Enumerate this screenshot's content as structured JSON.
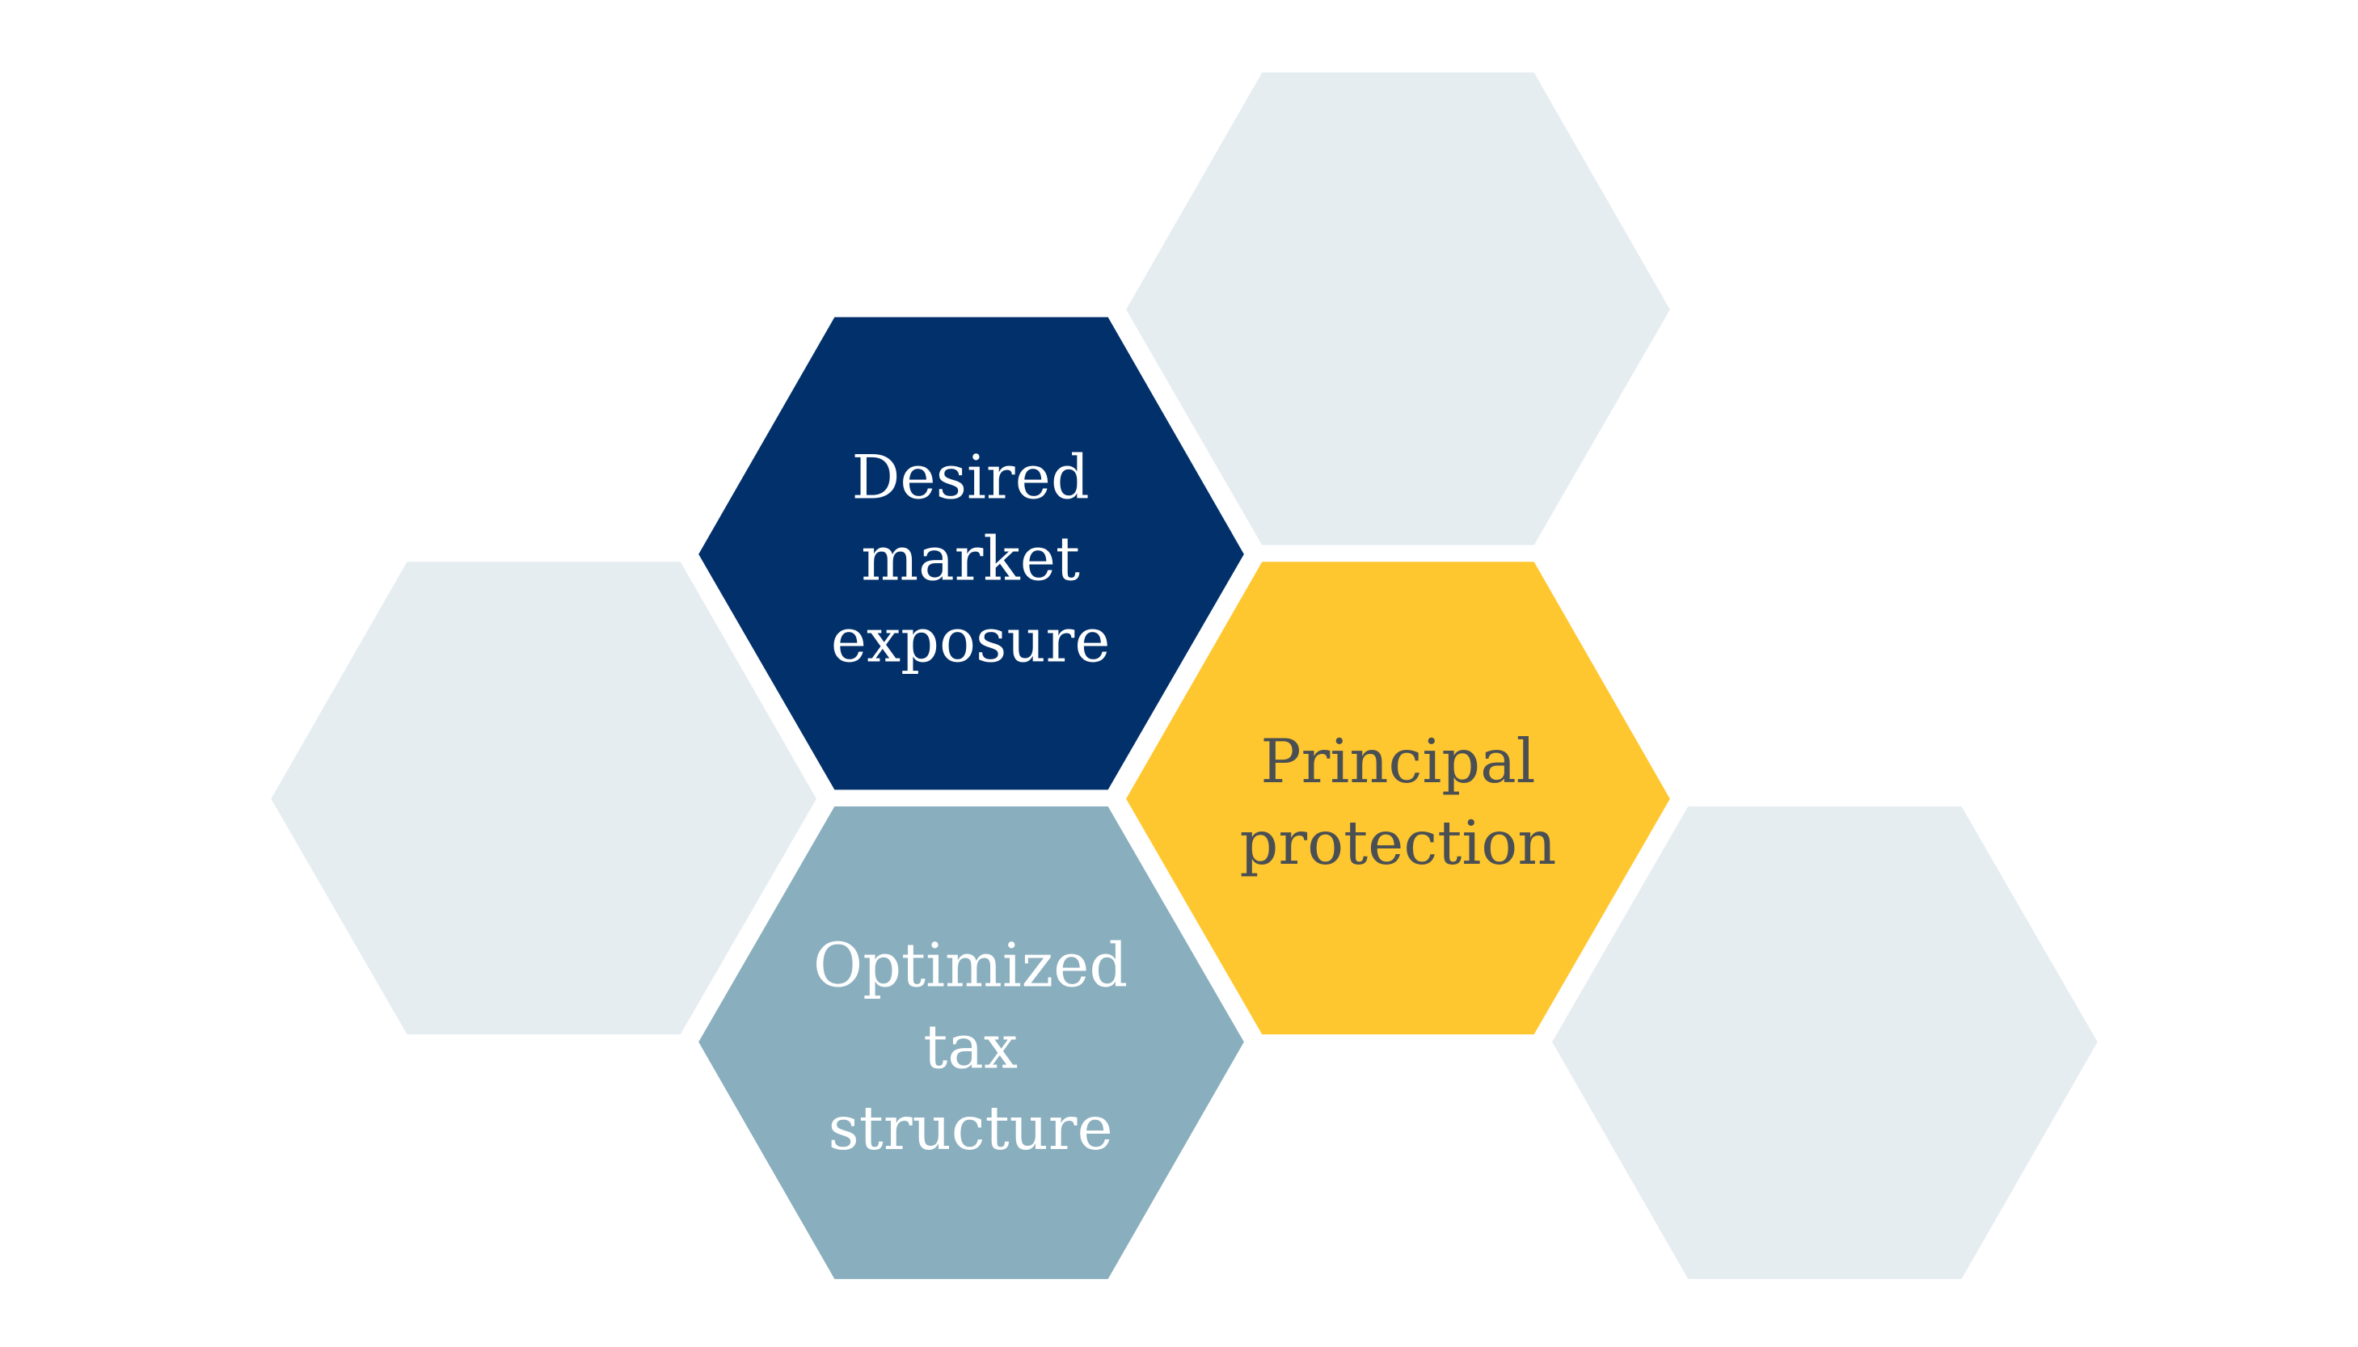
{
  "colors": {
    "navy": "#02306a",
    "yellow": "#ffc72f",
    "steel_blue": "#89aebe",
    "light_gray": "#e6edf1",
    "white_text": "#ffffff",
    "dark_text": "#4a4f54"
  },
  "hexagons": {
    "market": {
      "lines": [
        "Desired",
        "market",
        "exposure"
      ]
    },
    "principal": {
      "lines": [
        "Principal",
        "protection"
      ]
    },
    "tax": {
      "lines": [
        "Optimized",
        "tax",
        "structure"
      ]
    }
  }
}
